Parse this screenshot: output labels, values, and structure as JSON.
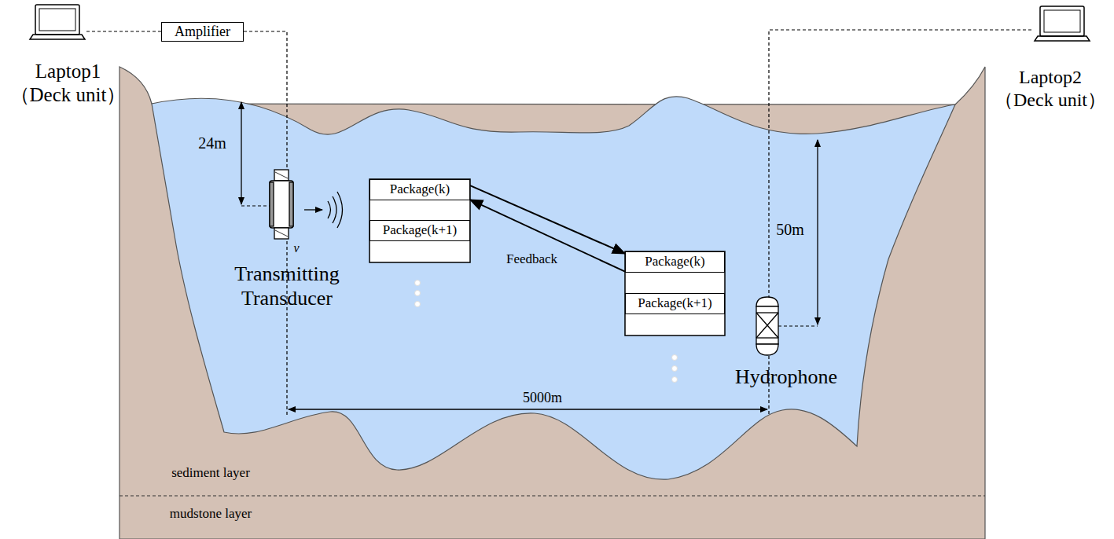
{
  "diagram": {
    "nodes": [
      {
        "text": [
          "Amplifier"
        ]
      },
      {
        "text": [
          "Package(k)"
        ]
      },
      {
        "text": [
          "Package(k+1)"
        ]
      },
      {
        "text": [
          "Package(k)"
        ]
      },
      {
        "text": [
          "Package(k+1)"
        ]
      }
    ],
    "edges": [
      {
        "from": 1,
        "to": 3,
        "arrow": "to"
      },
      {
        "from": 3,
        "to": 1,
        "label": "Feedback",
        "arrow": "to"
      }
    ],
    "labels": [
      "Laptop1 （Deck unit）",
      "Laptop2 （Deck unit）",
      "24m",
      "v",
      "Transmitting Transducer",
      "50m",
      "Hydrophone",
      "5000m",
      "sediment layer",
      "mudstone layer"
    ]
  }
}
